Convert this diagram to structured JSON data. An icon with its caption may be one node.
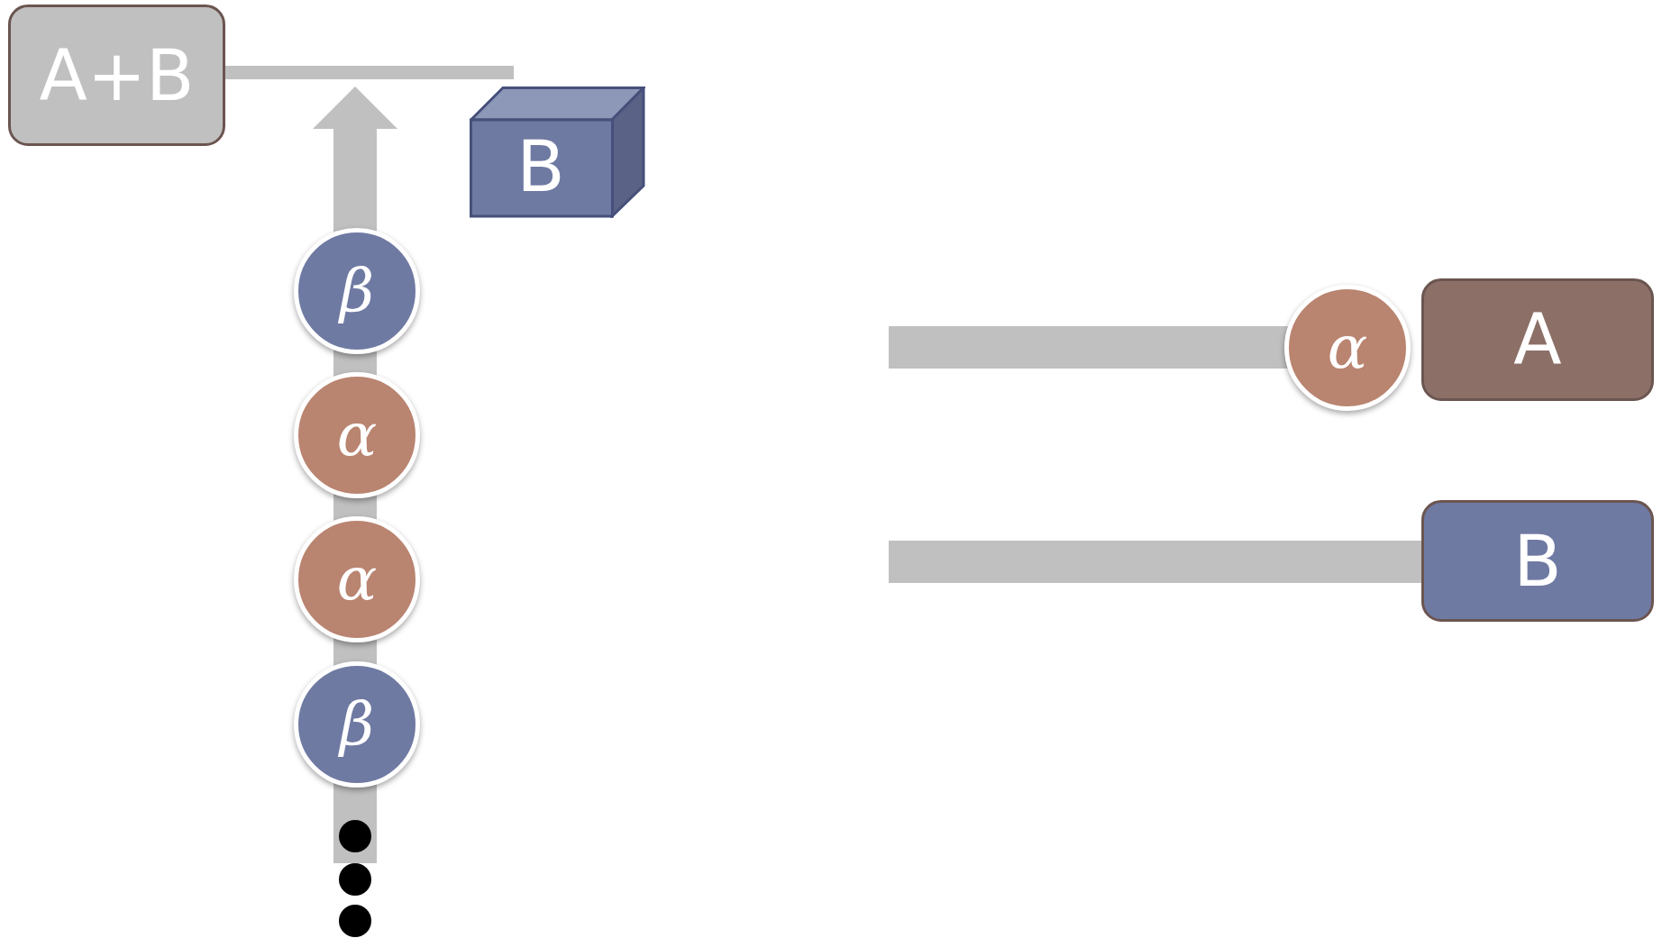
{
  "diagram": {
    "nodes": [
      {
        "text": [
          "A+B"
        ]
      },
      {
        "text": [
          "B"
        ]
      },
      {
        "text": [
          "β"
        ]
      },
      {
        "text": [
          "α"
        ]
      },
      {
        "text": [
          "α"
        ]
      },
      {
        "text": [
          "β"
        ]
      },
      {
        "text": [
          "A"
        ]
      },
      {
        "text": [
          "α"
        ]
      },
      {
        "text": [
          "B"
        ]
      },
      {
        "text": [],
        "shape": "bar"
      },
      {
        "text": [],
        "shape": "bar"
      },
      {
        "text": [],
        "shape": "bar"
      }
    ]
  }
}
